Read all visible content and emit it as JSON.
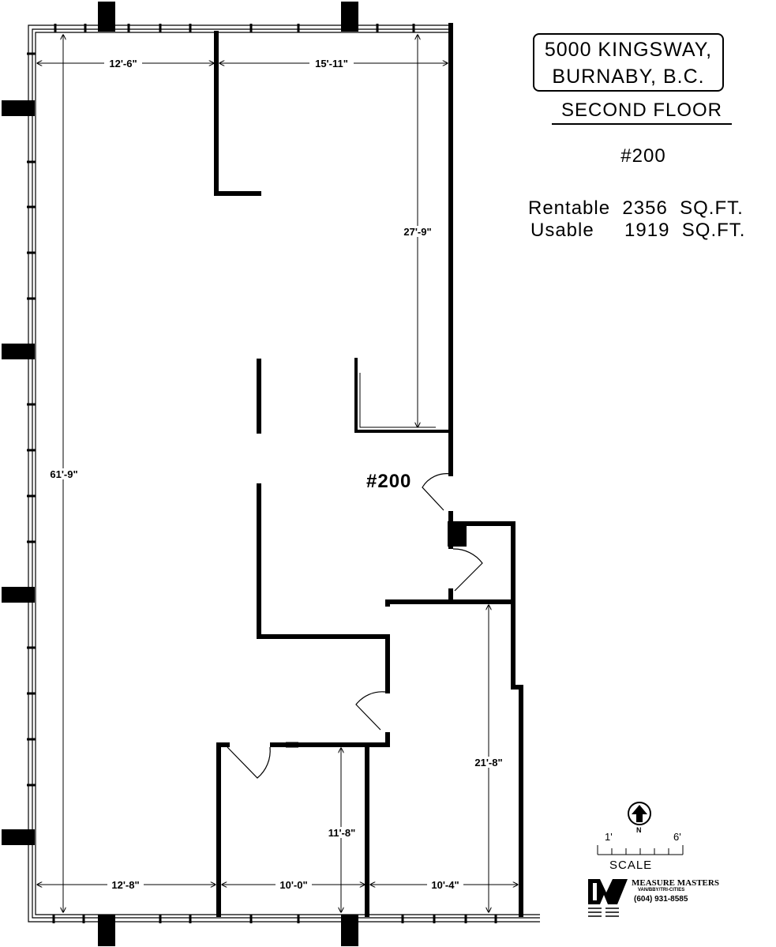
{
  "title": {
    "line1": "5000 KINGSWAY,",
    "line2": "BURNABY, B.C.",
    "floor": "SECOND FLOOR",
    "unit": "#200"
  },
  "areas": {
    "rentable": "Rentable  2356  SQ.FT.",
    "usable": "Usable     1919  SQ.FT."
  },
  "plan": {
    "unit_label": "#200",
    "dimensions": {
      "top_left": "12'-6\"",
      "top_right": "15'-11\"",
      "right_height": "27'-9\"",
      "left_height": "61'-9\"",
      "office_right_height": "21'-8\"",
      "office_mid_height": "11'-8\"",
      "bottom_left": "12'-8\"",
      "bottom_mid": "10'-0\"",
      "bottom_right": "10'-4\""
    }
  },
  "scale": {
    "label": "SCALE",
    "start": "1'",
    "end": "6'",
    "north": "N"
  },
  "brand": {
    "name": "MEASURE MASTERS",
    "sub": "VAN/BBY/TRI-CITIES",
    "phone": "(604)  931-8585"
  }
}
